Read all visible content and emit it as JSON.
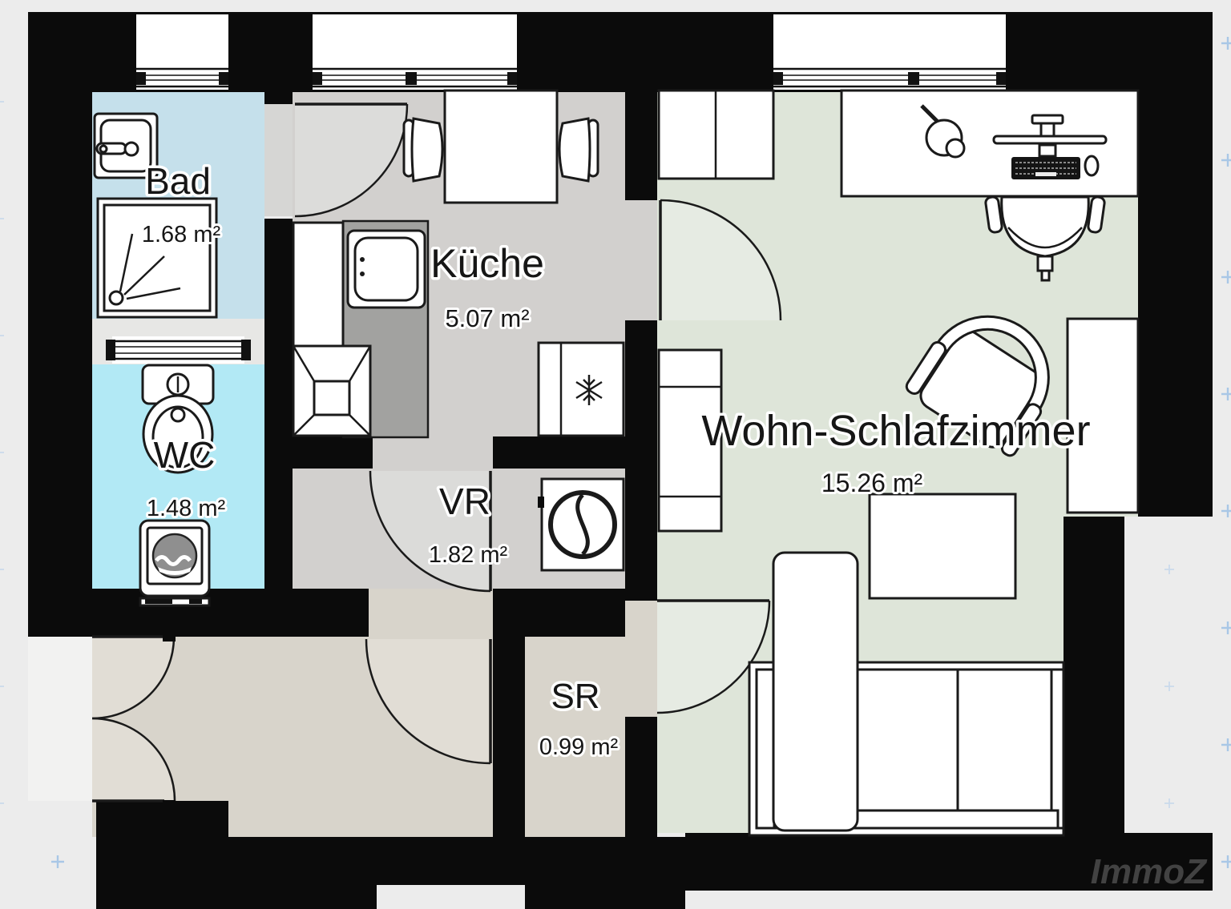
{
  "plan": {
    "type": "apartment-floor-plan",
    "rooms": {
      "bad": {
        "label": "Bad",
        "area": "1.68 m²"
      },
      "wc": {
        "label": "WC",
        "area": "1.48 m²"
      },
      "kueche": {
        "label": "Küche",
        "area": "5.07 m²"
      },
      "vr": {
        "label": "VR",
        "area": "1.82 m²"
      },
      "sr": {
        "label": "SR",
        "area": "0.99 m²"
      },
      "wohn": {
        "label": "Wohn-Schlafzimmer",
        "area": "15.26 m²"
      }
    },
    "watermark": "ImmoZ"
  },
  "colors": {
    "background": "#ececec",
    "grid": "#a9c7e6",
    "wall": "#0b0b0b",
    "bad": "#c5e0eb",
    "wc": "#b2e9f5",
    "kitchen": "#d2d0ce",
    "hallway": "#d8d4cb",
    "living": "#dee5d9",
    "window": "#ffffff"
  }
}
